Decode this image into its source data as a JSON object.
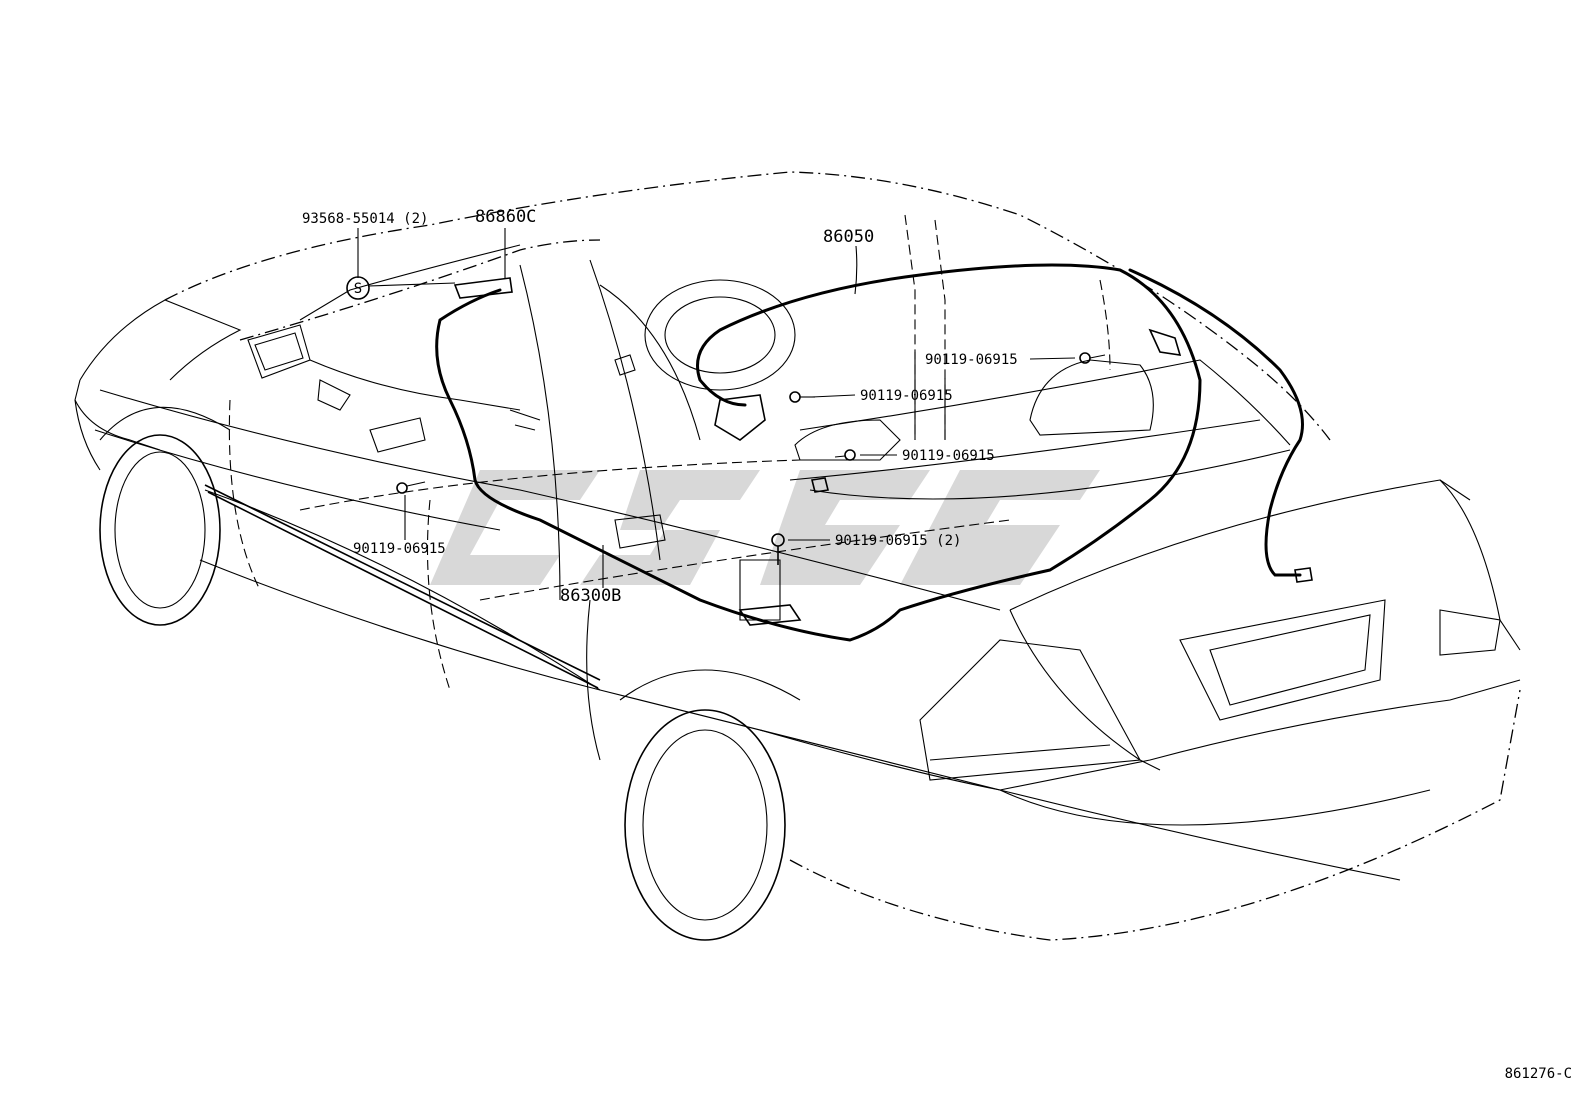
{
  "callouts": {
    "antenna_unit": "86860C",
    "rod_antenna_cord": "86050",
    "cord_sub_assy": "86300B",
    "clamp_part": "93568-55014 (2)",
    "clamp_marker": "S",
    "bolt_left": "90119-06915",
    "bolt_rear_shelf": "90119-06915",
    "bolt_center_upper": "90119-06915",
    "bolt_center_lower": "90119-06915",
    "bolt_floor": "90119-06915 (2)"
  },
  "figure_ref": "861276-C"
}
